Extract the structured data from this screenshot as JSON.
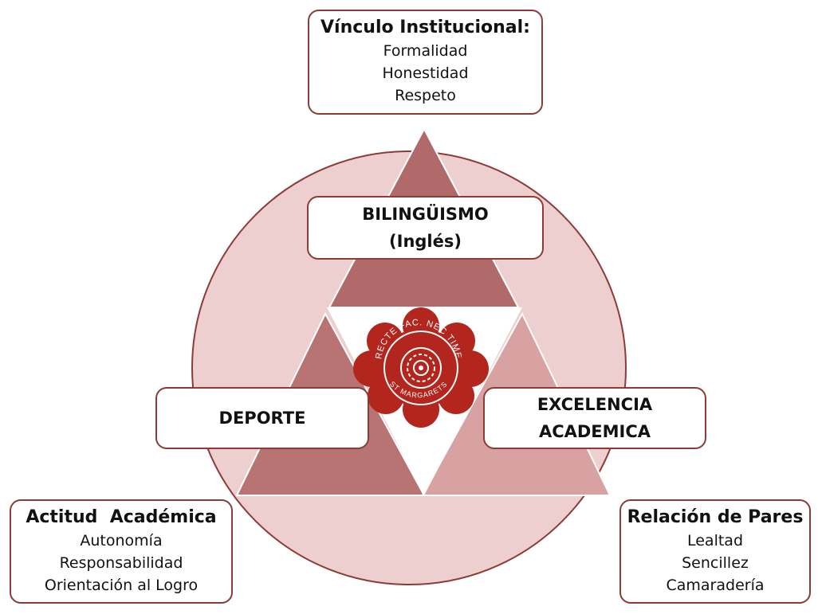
{
  "top_box": {
    "title": "Vínculo Institucional:",
    "values": [
      "Formalidad",
      "Honestidad",
      "Respeto"
    ]
  },
  "left_box": {
    "title": "Actitud  Académica",
    "values": [
      "Autonomía",
      "Responsabilidad",
      "Orientación al Logro"
    ]
  },
  "right_box": {
    "title": "Relación de Pares",
    "values": [
      "Lealtad",
      "Sencillez",
      "Camaradería"
    ]
  },
  "center": {
    "bilinguismo": [
      "BILINGÜISMO",
      "(Inglés)"
    ],
    "deporte": "DEPORTE",
    "excelencia": [
      "EXCELENCIA",
      "ACADEMICA"
    ]
  },
  "seal": {
    "text_top": "RECTE FAC. NEC TIME",
    "text_bottom": "ST MARGARETS"
  },
  "colors": {
    "circle": "#eecfcf",
    "circle_stroke": "#8c3b37",
    "tri_top": "#b06a6a",
    "tri_left": "#b87373",
    "tri_right": "#d9a2a2",
    "seal": "#b3261e"
  }
}
